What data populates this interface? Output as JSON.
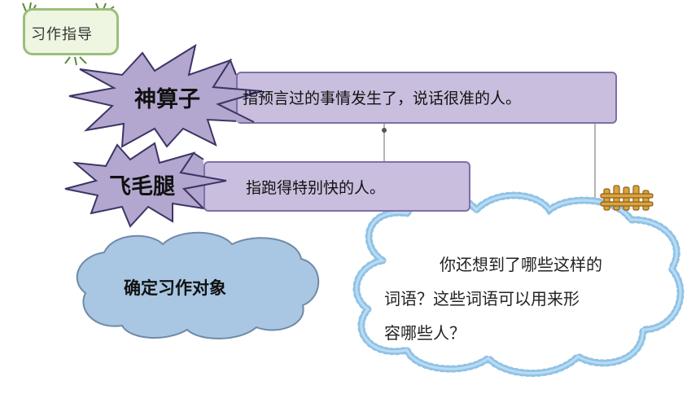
{
  "tag": {
    "label": "习作指导"
  },
  "terms": [
    {
      "word": "神算子",
      "definition": "指预言过的事情发生了，说话很准的人。"
    },
    {
      "word": "飞毛腿",
      "definition": "指跑得特别快的人。"
    }
  ],
  "cloud_left": {
    "label": "确定习作对象"
  },
  "cloud_right": {
    "lines": [
      "你还想到了哪些这样的",
      "词语？这些词语可以用来形",
      "容哪些人？"
    ]
  },
  "colors": {
    "burst_fill": "#b3a7cf",
    "burst_stroke": "#3d3566",
    "def_box_fill": "#c9bedd",
    "cloud_left_fill": "#a9c6e2",
    "cloud_right_border": "#8fc2e6",
    "tag_border": "#9bbf79",
    "fence": "#c8932e"
  }
}
